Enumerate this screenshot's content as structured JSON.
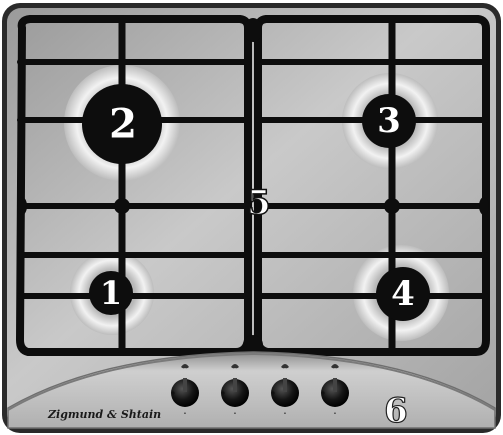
{
  "hob": {
    "brand": "Zigmund & Shtain",
    "colors": {
      "surface": "#a9a9a9",
      "surface_light": "#c8c8c8",
      "grate": "#111111",
      "burner_ring": "#e6e6e6",
      "label_text": "#ffffff",
      "panel": "#b5b5b5"
    },
    "burners": [
      {
        "id": "burner-1",
        "label": "1",
        "size": "small"
      },
      {
        "id": "burner-2",
        "label": "2",
        "size": "large"
      },
      {
        "id": "burner-3",
        "label": "3",
        "size": "medium"
      },
      {
        "id": "burner-4",
        "label": "4",
        "size": "medium"
      }
    ],
    "grate_label": "5",
    "panel_label": "6",
    "knobs": [
      {
        "id": "knob-1",
        "icon": "flame-icon",
        "ticks": [
          "•",
          "•"
        ]
      },
      {
        "id": "knob-2",
        "icon": "flame-icon",
        "ticks": [
          "•",
          "•"
        ]
      },
      {
        "id": "knob-3",
        "icon": "flame-icon",
        "ticks": [
          "•",
          "•"
        ]
      },
      {
        "id": "knob-4",
        "icon": "flame-icon",
        "ticks": [
          "•",
          "•"
        ]
      }
    ]
  }
}
